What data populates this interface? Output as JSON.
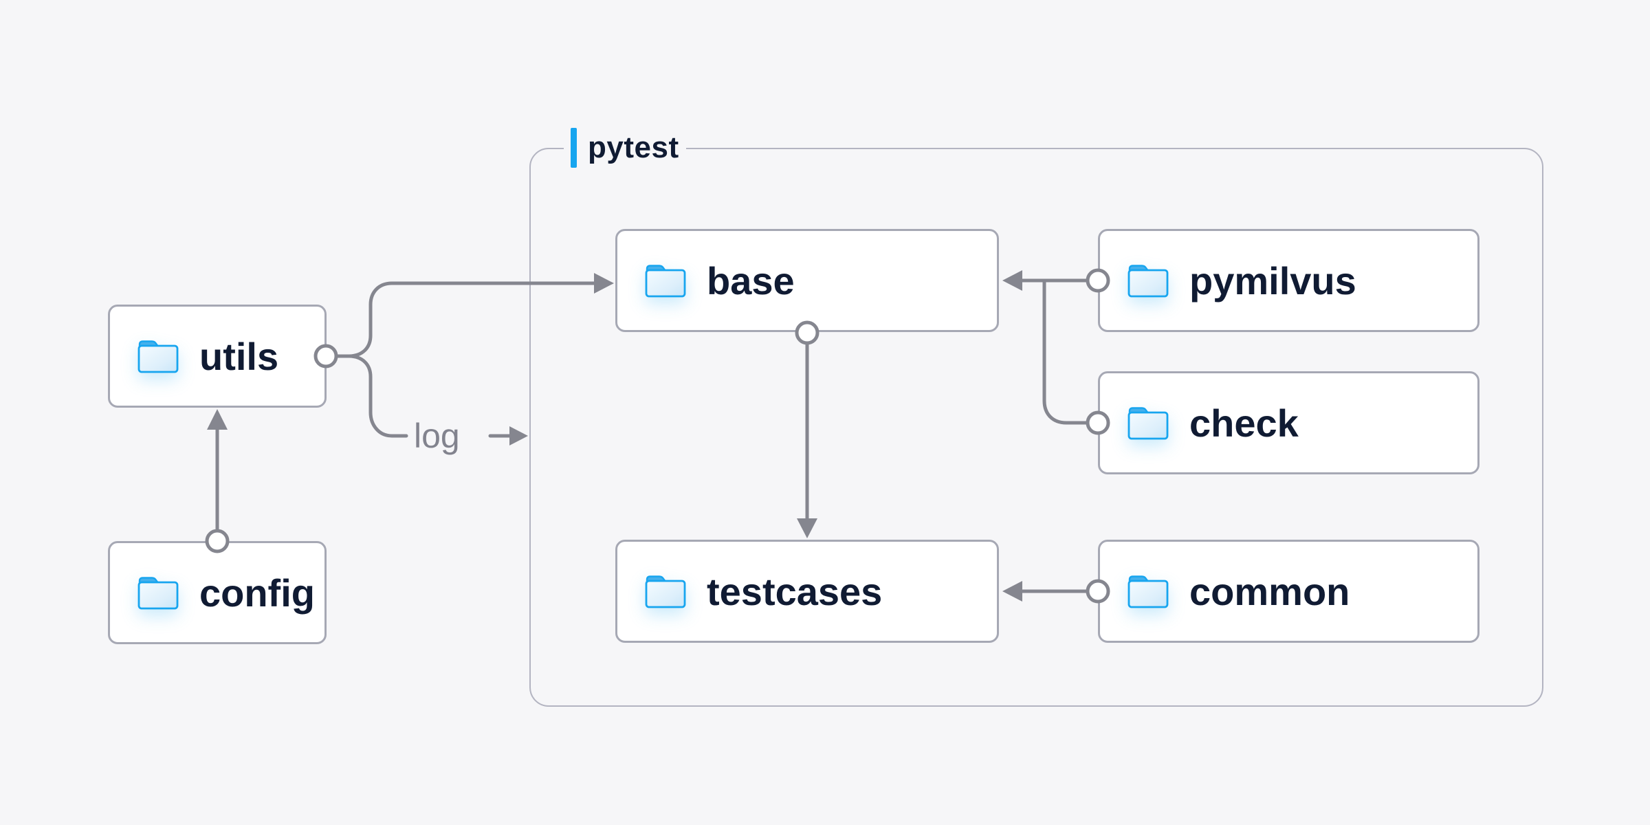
{
  "diagram": {
    "container": {
      "label": "pytest"
    },
    "nodes": [
      {
        "id": "utils",
        "label": "utils"
      },
      {
        "id": "config",
        "label": "config"
      },
      {
        "id": "base",
        "label": "base"
      },
      {
        "id": "pymilvus",
        "label": "pymilvus"
      },
      {
        "id": "check",
        "label": "check"
      },
      {
        "id": "testcases",
        "label": "testcases"
      },
      {
        "id": "common",
        "label": "common"
      }
    ],
    "edge_labels": {
      "log": "log"
    },
    "edges": [
      {
        "from": "config",
        "to": "utils"
      },
      {
        "from": "utils",
        "to": "base"
      },
      {
        "from": "utils",
        "to": "log"
      },
      {
        "from": "pymilvus",
        "to": "base"
      },
      {
        "from": "check",
        "to": "base"
      },
      {
        "from": "base",
        "to": "testcases"
      },
      {
        "from": "common",
        "to": "testcases"
      }
    ],
    "colors": {
      "background": "#f6f6f8",
      "accent_blue": "#17a5ef",
      "connector_gray": "#85868f",
      "box_border": "#a6a8b4",
      "container_border": "#b3b4c1",
      "box_fill": "#ffffff",
      "text_dark": "#101b33",
      "text_gray": "#82838e",
      "folder_tab": "#45b0ec"
    }
  }
}
